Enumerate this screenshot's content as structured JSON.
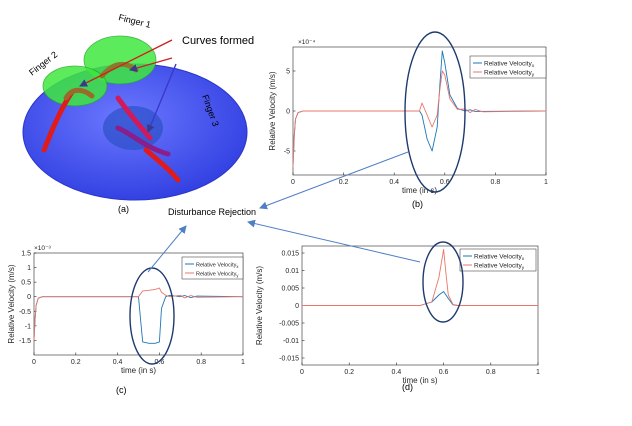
{
  "panel_a": {
    "labels": {
      "finger1": "Finger 1",
      "finger2": "Finger 2",
      "finger3": "Finger 3",
      "curves": "Curves formed",
      "caption": "(a)"
    },
    "colors": {
      "hand": "#4a56ee",
      "finger_sphere": "#3fe83f",
      "curve": "#e11a1a"
    }
  },
  "center_label": "Disturbance Rejection",
  "captions": {
    "b": "(b)",
    "c": "(c)",
    "d": "(d)"
  },
  "chart_data": [
    {
      "id": "b",
      "type": "line",
      "xlabel": "time (in s)",
      "ylabel": "Relative Velocity (m/s)",
      "xlim": [
        0,
        1
      ],
      "ylim": [
        -8,
        8
      ],
      "xticks": [
        0,
        0.2,
        0.4,
        0.6,
        0.8,
        1
      ],
      "yticks": [
        -5,
        0,
        5
      ],
      "xtick_labels": [
        "0",
        "0.2",
        "0.4",
        "0.6",
        "0.8",
        "1"
      ],
      "ytick_labels": [
        "-5",
        "0",
        "5"
      ],
      "exponent_label": "×10⁻⁴",
      "legend": [
        "Relative Velocity",
        "Relative Velocity"
      ],
      "legend_subs": [
        "x",
        "y"
      ],
      "legend_position": "top-right",
      "series": [
        {
          "name": "Relative Velocity x",
          "color": "#1f77b4",
          "x": [
            0,
            0.005,
            0.01,
            0.02,
            0.04,
            0.5,
            0.51,
            0.53,
            0.55,
            0.57,
            0.58,
            0.59,
            0.6,
            0.62,
            0.65,
            0.68,
            0.7,
            0.72,
            1
          ],
          "y": [
            -7,
            -3,
            -1,
            -0.2,
            0,
            0,
            -0.5,
            -3.5,
            -5,
            -2,
            3,
            7.5,
            6,
            2,
            0.3,
            0,
            0.15,
            -0.05,
            0
          ]
        },
        {
          "name": "Relative Velocity y",
          "color": "#e9766a",
          "x": [
            0,
            0.005,
            0.01,
            0.02,
            0.04,
            0.5,
            0.51,
            0.53,
            0.55,
            0.57,
            0.58,
            0.59,
            0.6,
            0.62,
            0.65,
            0.68,
            0.7,
            0.72,
            0.75,
            1
          ],
          "y": [
            -7,
            -3,
            -1,
            -0.2,
            0,
            0,
            1,
            -0.5,
            -2,
            -0.5,
            2.5,
            5,
            4.5,
            1.5,
            0.2,
            0.25,
            -0.2,
            0.2,
            -0.1,
            0
          ]
        }
      ]
    },
    {
      "id": "c",
      "type": "line",
      "xlabel": "time (in s)",
      "ylabel": "Relative Velocity (m/s)",
      "xlim": [
        0,
        1
      ],
      "ylim": [
        -2,
        1.5
      ],
      "xticks": [
        0,
        0.2,
        0.4,
        0.6,
        0.8,
        1
      ],
      "yticks": [
        -1.5,
        -1,
        -0.5,
        0,
        0.5,
        1,
        1.5
      ],
      "xtick_labels": [
        "0",
        "0.2",
        "0.4",
        "0.6",
        "0.8",
        "1"
      ],
      "ytick_labels": [
        "-1.5",
        "-1",
        "-0.5",
        "0",
        "0.5",
        "1",
        "1.5"
      ],
      "exponent_label": "×10⁻³",
      "legend": [
        "Relative Velocity",
        "Relative Velocity"
      ],
      "legend_subs": [
        "x",
        "y"
      ],
      "legend_position": "top-right",
      "series": [
        {
          "name": "Relative Velocity x",
          "color": "#1f77b4",
          "x": [
            0,
            0.005,
            0.01,
            0.02,
            0.04,
            0.5,
            0.51,
            0.52,
            0.55,
            0.58,
            0.6,
            0.61,
            0.63,
            0.65,
            0.7,
            0.72,
            0.75,
            0.78,
            1
          ],
          "y": [
            -1.5,
            -0.8,
            -0.3,
            -0.05,
            0,
            0,
            -0.8,
            -1.55,
            -1.6,
            -1.6,
            -1.55,
            -0.4,
            0,
            0.05,
            0,
            0.04,
            -0.03,
            0.02,
            0
          ]
        },
        {
          "name": "Relative Velocity y",
          "color": "#e9766a",
          "x": [
            0,
            0.005,
            0.01,
            0.02,
            0.04,
            0.5,
            0.51,
            0.52,
            0.55,
            0.58,
            0.6,
            0.61,
            0.63,
            0.65,
            0.7,
            0.72,
            0.75,
            0.78,
            1
          ],
          "y": [
            -1.5,
            -0.8,
            -0.3,
            -0.05,
            0,
            0,
            0.1,
            0.2,
            0.22,
            0.25,
            0.3,
            0.15,
            0.05,
            0,
            0.05,
            -0.04,
            0.04,
            -0.02,
            0
          ]
        }
      ]
    },
    {
      "id": "d",
      "type": "line",
      "xlabel": "time (in s)",
      "ylabel": "Relative Velocity (m/s)",
      "xlim": [
        0,
        1
      ],
      "ylim": [
        -0.017,
        0.017
      ],
      "xticks": [
        0,
        0.2,
        0.4,
        0.6,
        0.8,
        1
      ],
      "yticks": [
        -0.015,
        -0.01,
        -0.005,
        0,
        0.005,
        0.01,
        0.015
      ],
      "xtick_labels": [
        "0",
        "0.2",
        "0.4",
        "0.6",
        "0.8",
        "1"
      ],
      "ytick_labels": [
        "-0.015",
        "-0.01",
        "-0.005",
        "0",
        "0.005",
        "0.01",
        "0.015"
      ],
      "legend": [
        "Relative Velocity",
        "Relative Velocity"
      ],
      "legend_subs": [
        "x",
        "y"
      ],
      "legend_position": "top-right",
      "series": [
        {
          "name": "Relative Velocity x",
          "color": "#1f77b4",
          "x": [
            0,
            0.5,
            0.55,
            0.58,
            0.6,
            0.62,
            0.64,
            0.66,
            1
          ],
          "y": [
            0,
            0,
            0.001,
            0.003,
            0.004,
            0.002,
            0.0002,
            0,
            0
          ]
        },
        {
          "name": "Relative Velocity y",
          "color": "#e9766a",
          "x": [
            0,
            0.5,
            0.55,
            0.58,
            0.6,
            0.61,
            0.62,
            0.64,
            0.66,
            1
          ],
          "y": [
            0,
            0,
            0.001,
            0.008,
            0.016,
            0.009,
            0.003,
            0.0003,
            0,
            0
          ]
        }
      ]
    }
  ]
}
